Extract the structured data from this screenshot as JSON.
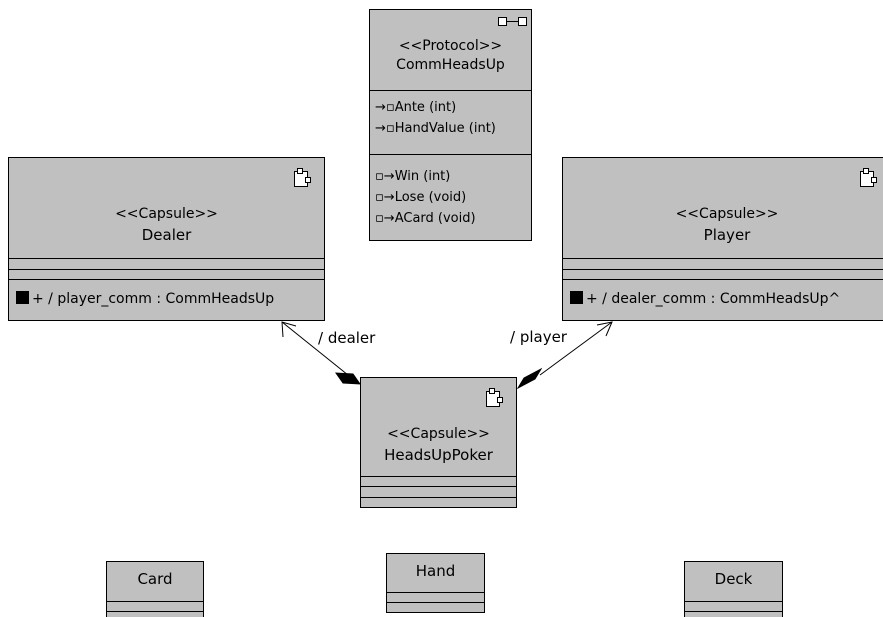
{
  "protocol": {
    "stereotype": "<<Protocol>>",
    "name": "CommHeadsUp",
    "in_signals": [
      "Ante (int)",
      "HandValue (int)"
    ],
    "out_signals": [
      "Win (int)",
      "Lose (void)",
      "ACard (void)"
    ]
  },
  "dealer": {
    "stereotype": "<<Capsule>>",
    "name": "Dealer",
    "port": "+ / player_comm : CommHeadsUp"
  },
  "player": {
    "stereotype": "<<Capsule>>",
    "name": "Player",
    "port": "+ / dealer_comm : CommHeadsUp^"
  },
  "poker": {
    "stereotype": "<<Capsule>>",
    "name": "HeadsUpPoker"
  },
  "roles": {
    "dealer": "/ dealer",
    "player": "/ player"
  },
  "classes": {
    "card": "Card",
    "hand": "Hand",
    "deck": "Deck"
  }
}
